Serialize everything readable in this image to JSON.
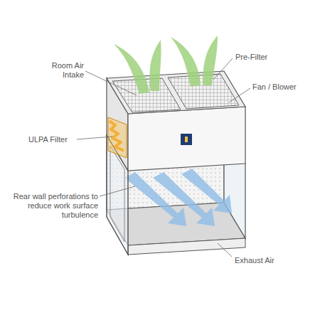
{
  "diagram": {
    "labels": [
      "Room Air Intake",
      "Pre-Filter",
      "Fan / Blower",
      "ULPA Filter",
      "Rear wall perforations to reduce work surface turbulence",
      "Exhaust Air"
    ]
  }
}
